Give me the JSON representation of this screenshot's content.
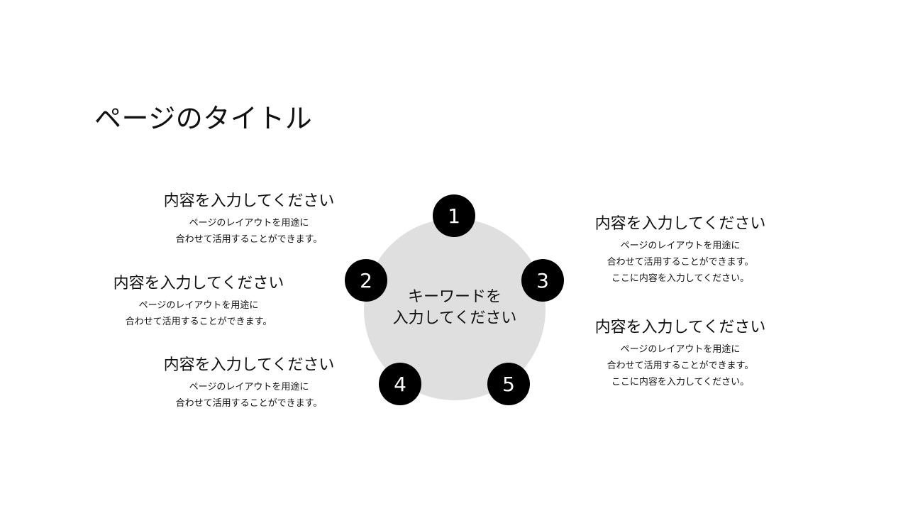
{
  "page": {
    "title": "ページのタイトル"
  },
  "diagram": {
    "center_label_line1": "キーワードを",
    "center_label_line2": "入力してください",
    "hub_color": "#dfdfdf",
    "node_color": "#000000",
    "nodes": [
      "1",
      "2",
      "3",
      "4",
      "5"
    ],
    "blocks": [
      {
        "heading": "内容を入力してください",
        "lines": [
          "ページのレイアウトを用途に",
          "合わせて活用することができます。"
        ]
      },
      {
        "heading": "内容を入力してください",
        "lines": [
          "ページのレイアウトを用途に",
          "合わせて活用することができます。"
        ]
      },
      {
        "heading": "内容を入力してください",
        "lines": [
          "ページのレイアウトを用途に",
          "合わせて活用することができます。"
        ]
      },
      {
        "heading": "内容を入力してください",
        "lines": [
          "ページのレイアウトを用途に",
          "合わせて活用することができます。",
          "ここに内容を入力してください。"
        ]
      },
      {
        "heading": "内容を入力してください",
        "lines": [
          "ページのレイアウトを用途に",
          "合わせて活用することができます。",
          "ここに内容を入力してください。"
        ]
      }
    ]
  }
}
